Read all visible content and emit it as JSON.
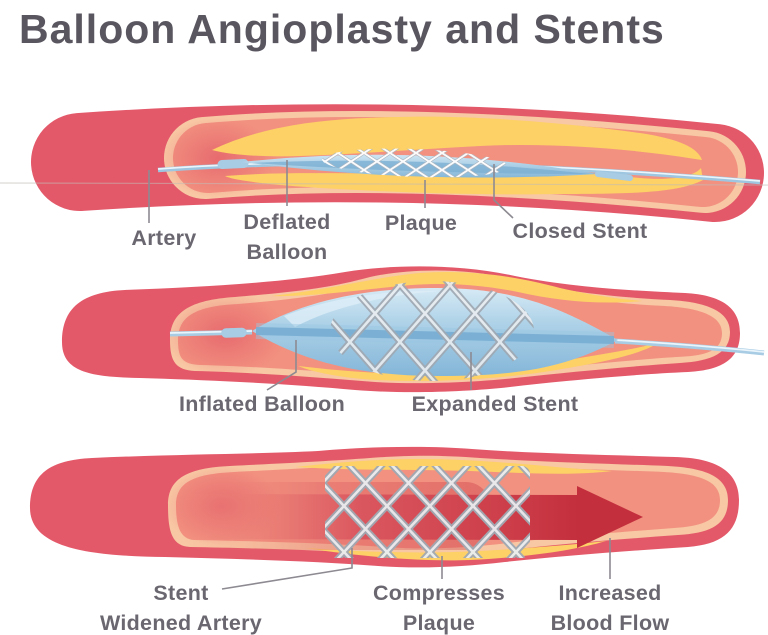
{
  "title": "Balloon Angioplasty and Stents",
  "stages": {
    "stage1": {
      "artery": "Artery",
      "deflated_balloon": "Deflated\nBalloon",
      "plaque": "Plaque",
      "closed_stent": "Closed Stent"
    },
    "stage2": {
      "inflated_balloon": "Inflated Balloon",
      "expanded_stent": "Expanded Stent"
    },
    "stage3": {
      "stent_widened_artery": "Stent\nWidened Artery",
      "compresses_plaque": "Compresses\nPlaque",
      "increased_blood_flow": "Increased\nBlood Flow"
    }
  },
  "colors": {
    "title_text": "#5A5660",
    "label_text": "#6B6770",
    "artery_outer": "#E4596A",
    "artery_rim": "#F8C7A3",
    "artery_lumen": "#F29180",
    "plaque_yellow": "#FDD165",
    "plaque_orange": "#F5A055",
    "balloon_blue": "#A6CCE4",
    "catheter_blue": "#9EC6E0",
    "stent_silver": "#A3ABB4",
    "stent_highlight": "#ECEFF2",
    "blood_flow_red": "#C42F3D",
    "leader_line": "#8D8A92"
  }
}
